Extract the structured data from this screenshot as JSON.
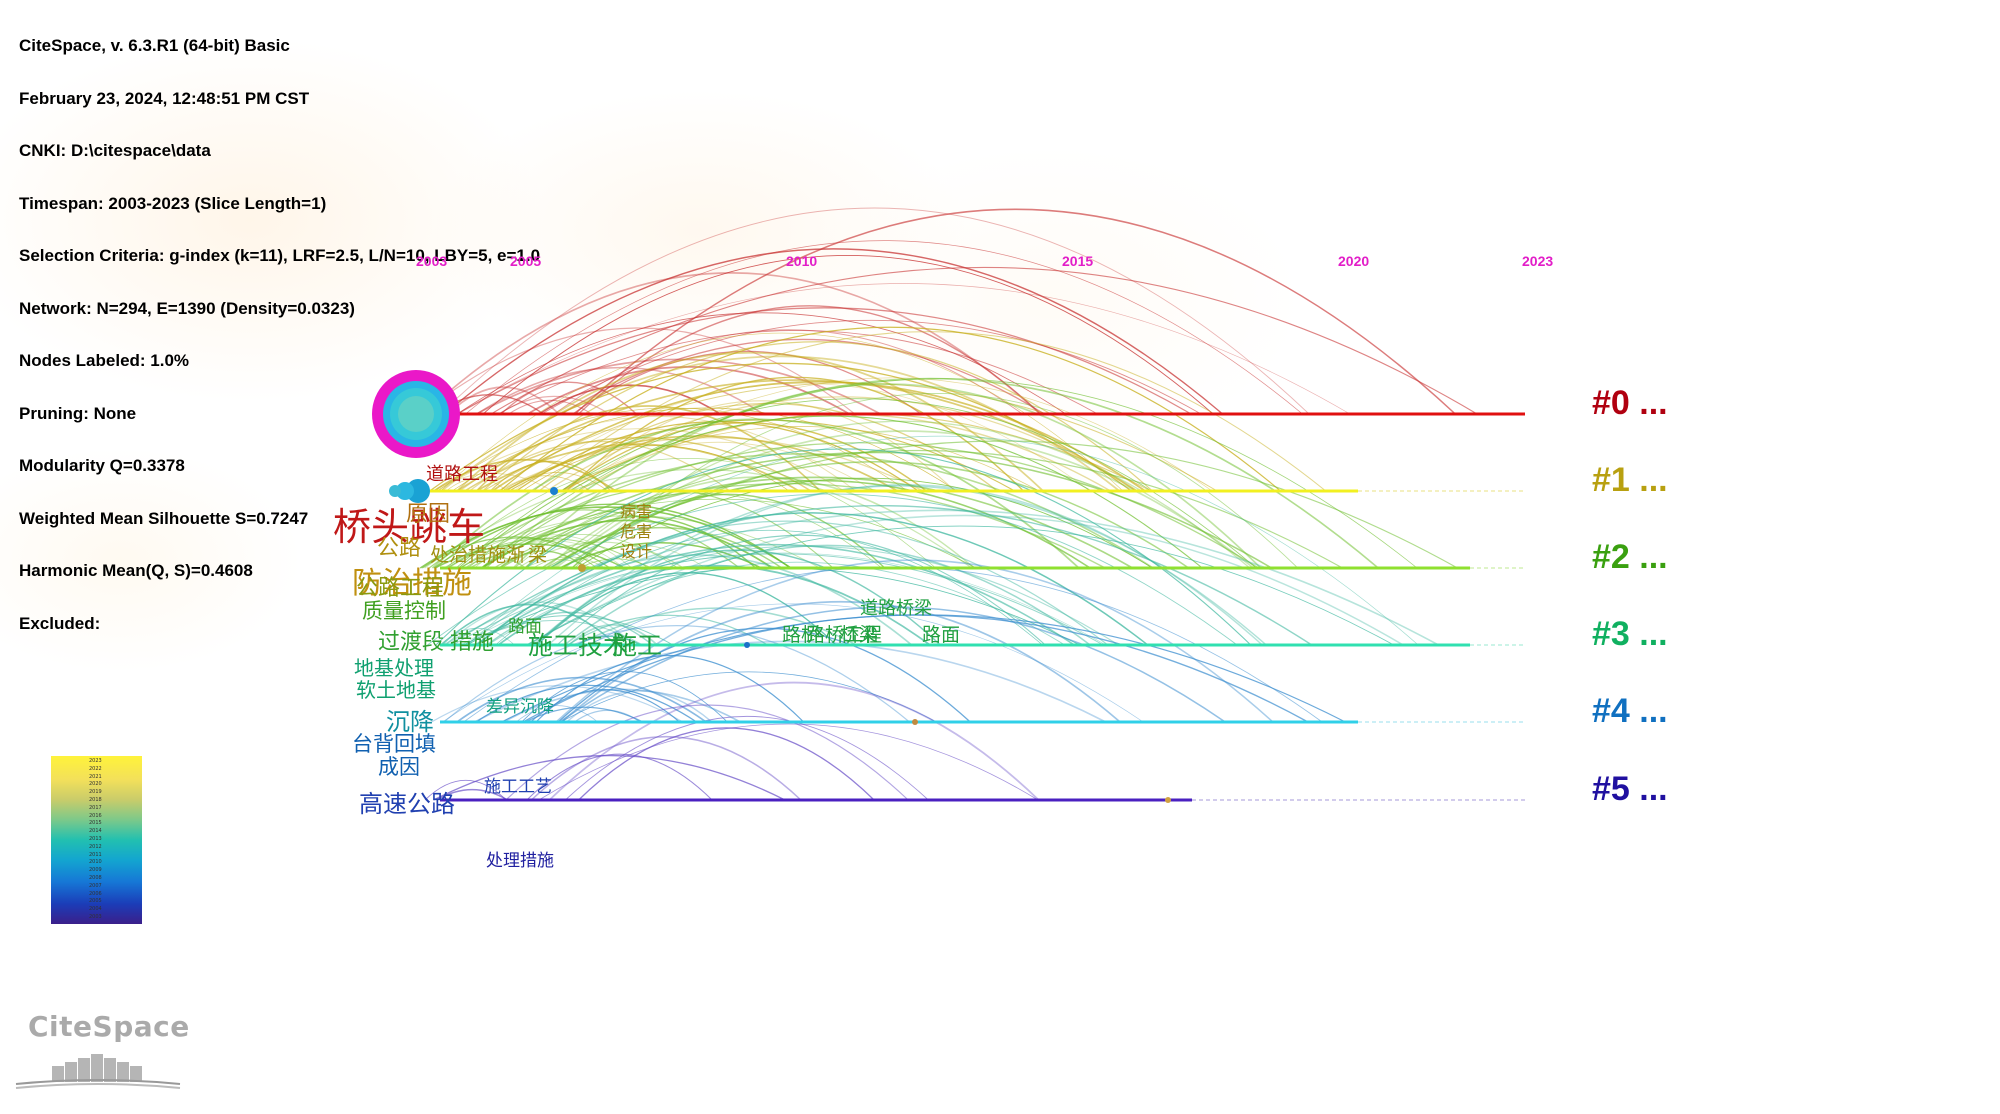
{
  "info": {
    "lines": [
      "CiteSpace, v. 6.3.R1 (64-bit) Basic",
      "February 23, 2024, 12:48:51 PM CST",
      "CNKI: D:\\citespace\\data",
      "Timespan: 2003-2023 (Slice Length=1)",
      "Selection Criteria: g-index (k=11), LRF=2.5, L/N=10, LBY=5, e=1.0",
      "Network: N=294, E=1390 (Density=0.0323)",
      "Nodes Labeled: 1.0%",
      "Pruning: None",
      "Modularity Q=0.3378",
      "Weighted Mean Silhouette S=0.7247",
      "Harmonic Mean(Q, S)=0.4608",
      "Excluded:"
    ]
  },
  "timeline": {
    "years": [
      "2003",
      "2005",
      "2010",
      "2015",
      "2020",
      "2023"
    ],
    "clusters": [
      {
        "label": "#0 ...",
        "color": "#b00010",
        "line_color": "#e01010"
      },
      {
        "label": "#1 ...",
        "color": "#b8a010",
        "line_color": "#f2f020"
      },
      {
        "label": "#2 ...",
        "color": "#3aa010",
        "line_color": "#8fe030"
      },
      {
        "label": "#3 ...",
        "color": "#10b060",
        "line_color": "#30e0b0"
      },
      {
        "label": "#4 ...",
        "color": "#1070c0",
        "line_color": "#30d0e8"
      },
      {
        "label": "#5 ...",
        "color": "#2010a0",
        "line_color": "#4a20c0"
      }
    ]
  },
  "keywords": [
    {
      "text": "道路工程",
      "color": "#b01010"
    },
    {
      "text": "桥头跳车",
      "color": "#c01818"
    },
    {
      "text": "原因",
      "color": "#b07010"
    },
    {
      "text": "公路",
      "color": "#b09010"
    },
    {
      "text": "处治措施",
      "color": "#a09010"
    },
    {
      "text": "渐",
      "color": "#a09010"
    },
    {
      "text": "梁",
      "color": "#a09010"
    },
    {
      "text": "病害",
      "color": "#a08010"
    },
    {
      "text": "危害",
      "color": "#a08010"
    },
    {
      "text": "设计",
      "color": "#a08010"
    },
    {
      "text": "防治措施",
      "color": "#c09010"
    },
    {
      "text": "公路工程",
      "color": "#8a9a10"
    },
    {
      "text": "质量控制",
      "color": "#40a020"
    },
    {
      "text": "过渡段",
      "color": "#30a030"
    },
    {
      "text": "措施",
      "color": "#30a030"
    },
    {
      "text": "路面",
      "color": "#30a030"
    },
    {
      "text": "施工技术",
      "color": "#20a040"
    },
    {
      "text": "施工",
      "color": "#20a040"
    },
    {
      "text": "道路桥梁",
      "color": "#20a040"
    },
    {
      "text": "路桥",
      "color": "#20a040"
    },
    {
      "text": "路桥工程",
      "color": "#20a040"
    },
    {
      "text": "桥梁",
      "color": "#20a040"
    },
    {
      "text": "路面",
      "color": "#20a040"
    },
    {
      "text": "地基处理",
      "color": "#10a070"
    },
    {
      "text": "软土地基",
      "color": "#10a070"
    },
    {
      "text": "差异沉降",
      "color": "#10a080"
    },
    {
      "text": "沉降",
      "color": "#1090a0"
    },
    {
      "text": "台背回填",
      "color": "#1060b0"
    },
    {
      "text": "成因",
      "color": "#1060b0"
    },
    {
      "text": "施工工艺",
      "color": "#2040b0"
    },
    {
      "text": "高速公路",
      "color": "#2040b0"
    },
    {
      "text": "处理措施",
      "color": "#2020a0"
    }
  ],
  "legend": {
    "ticks": [
      "2023",
      "2022",
      "2021",
      "2020",
      "2019",
      "2018",
      "2017",
      "2016",
      "2015",
      "2014",
      "2013",
      "2012",
      "2011",
      "2010",
      "2009",
      "2008",
      "2007",
      "2006",
      "2005",
      "2004",
      "2003"
    ]
  },
  "logo": {
    "text": "CiteSpace"
  }
}
